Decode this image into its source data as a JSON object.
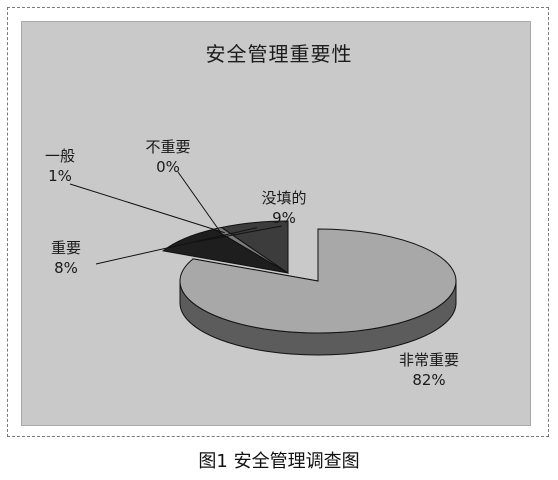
{
  "chart_data": {
    "type": "pie",
    "title": "安全管理重要性",
    "three_d": true,
    "slices": [
      {
        "label": "非常重要",
        "value": 82,
        "value_label": "82%",
        "color": "#a8a8a8",
        "exploded": true
      },
      {
        "label": "没填的",
        "value": 9,
        "value_label": "9%",
        "color": "#1e1e1e"
      },
      {
        "label": "不重要",
        "value": 0,
        "value_label": "0%",
        "color": "#e8e8e8"
      },
      {
        "label": "一般",
        "value": 1,
        "value_label": "1%",
        "color": "#7c7c7c"
      },
      {
        "label": "重要",
        "value": 8,
        "value_label": "8%",
        "color": "#3c3c3c"
      }
    ]
  },
  "caption": "图1 安全管理调查图"
}
